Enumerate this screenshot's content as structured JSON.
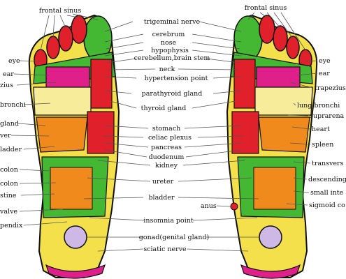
{
  "diagram": {
    "center_labels": [
      {
        "id": "trigeminal-nerve",
        "text": "trigeminal nerve"
      },
      {
        "id": "cerebrum",
        "text": "cerebrum"
      },
      {
        "id": "nose",
        "text": "nose"
      },
      {
        "id": "hypophysis",
        "text": "hypophysis"
      },
      {
        "id": "cerebellum-brain-stem",
        "text": "cerebellum,brain stem"
      },
      {
        "id": "neck",
        "text": "neck"
      },
      {
        "id": "hypertension-point",
        "text": "hypertension point"
      },
      {
        "id": "parathyroid-gland",
        "text": "parathyroid gland"
      },
      {
        "id": "thyroid-gland",
        "text": "thyroid gland"
      },
      {
        "id": "stomach",
        "text": "stomach"
      },
      {
        "id": "celiac-plexus",
        "text": "celiac plexus"
      },
      {
        "id": "pancreas",
        "text": "pancreas"
      },
      {
        "id": "duodenum",
        "text": "duodenum"
      },
      {
        "id": "kidney",
        "text": "kidney"
      },
      {
        "id": "ureter",
        "text": "ureter"
      },
      {
        "id": "bladder",
        "text": "bladder"
      },
      {
        "id": "insomnia-point",
        "text": "insomnia point"
      },
      {
        "id": "gonad",
        "text": "gonad(genital gland)"
      },
      {
        "id": "sciatic-nerve",
        "text": "sciatic nerve"
      }
    ],
    "left_top_label": "frontal sinus",
    "right_top_label": "frontal sinus",
    "left_labels": [
      {
        "id": "eye",
        "text": "eye"
      },
      {
        "id": "ear",
        "text": "ear"
      },
      {
        "id": "trapezius",
        "text": "zius"
      },
      {
        "id": "bronchi",
        "text": "bronchi"
      },
      {
        "id": "adrenal-gland",
        "text": "gland"
      },
      {
        "id": "liver",
        "text": "ver"
      },
      {
        "id": "gall-bladder",
        "text": "ladder"
      },
      {
        "id": "ascending-colon",
        "text": "colon"
      },
      {
        "id": "transverse-colon",
        "text": "colon"
      },
      {
        "id": "small-intestine",
        "text": "stine"
      },
      {
        "id": "ileocecal-valve",
        "text": "valve"
      },
      {
        "id": "appendix",
        "text": "pendix"
      }
    ],
    "right_labels": [
      {
        "id": "eye",
        "text": "eye"
      },
      {
        "id": "ear",
        "text": "ear"
      },
      {
        "id": "trapezius",
        "text": "trapezius"
      },
      {
        "id": "lung-bronchi",
        "text": "lung,bronchi"
      },
      {
        "id": "suprarenal",
        "text": "suprarena"
      },
      {
        "id": "heart",
        "text": "heart"
      },
      {
        "id": "spleen",
        "text": "spleen"
      },
      {
        "id": "transverse",
        "text": "transvers"
      },
      {
        "id": "descending",
        "text": "descending"
      },
      {
        "id": "small-inte",
        "text": "small inte"
      },
      {
        "id": "sigmoid",
        "text": "sigmoid co"
      }
    ],
    "anus_label": "anus",
    "colors": {
      "outline": "#111111",
      "sole": "#f4e04a",
      "toe_green": "#44b832",
      "red": "#e0202a",
      "magenta": "#e0208a",
      "orange": "#f08a1c",
      "pale_yellow": "#f7ec9a",
      "blue": "#3a7fd8",
      "lavender": "#cdb8e6",
      "leader": "#555555"
    }
  }
}
